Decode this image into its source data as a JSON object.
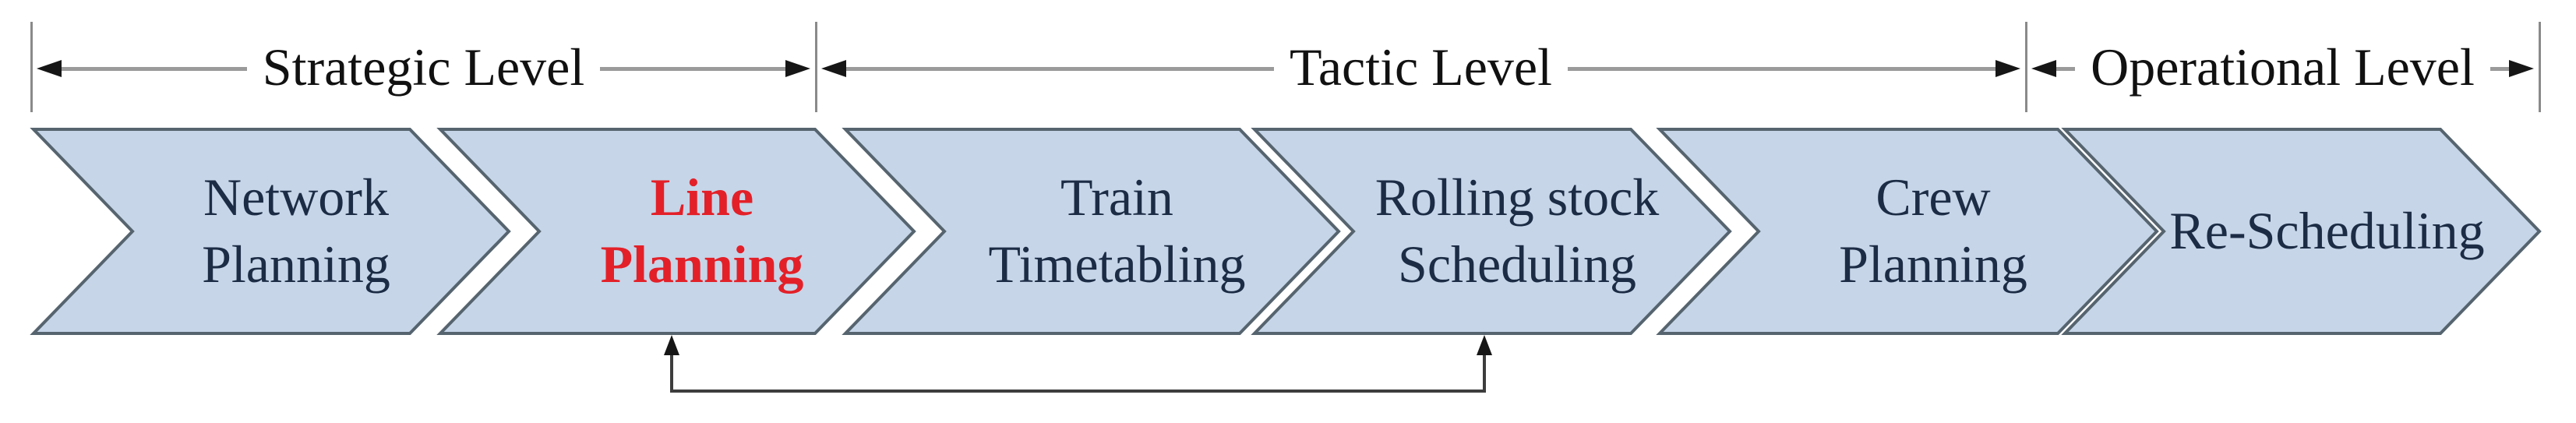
{
  "levels": [
    {
      "label": "Strategic Level"
    },
    {
      "label": "Tactic Level"
    },
    {
      "label": "Operational Level"
    }
  ],
  "stages": [
    {
      "label": "Network\nPlanning",
      "text_color": "#1c2c44",
      "bold": false
    },
    {
      "label": "Line\nPlanning",
      "text_color": "#e32028",
      "bold": true
    },
    {
      "label": "Train\nTimetabling",
      "text_color": "#1c2c44",
      "bold": false
    },
    {
      "label": "Rolling stock\nScheduling",
      "text_color": "#1c2c44",
      "bold": false
    },
    {
      "label": "Crew\nPlanning",
      "text_color": "#1c2c44",
      "bold": false
    },
    {
      "label": "Re-Scheduling",
      "text_color": "#1c2c44",
      "bold": false
    }
  ],
  "feedback_link": {
    "between": [
      "Line Planning",
      "Rolling stock Scheduling"
    ],
    "bidirectional": true
  },
  "colors": {
    "chevron_fill": "#c6d5e8",
    "chevron_stroke": "#56646f",
    "highlight_red": "#e32028",
    "stage_text_navy": "#1c2c44",
    "dimension_line_gray": "#9a9a9a",
    "arrow_black": "#161616",
    "connector_gray": "#3d3d3d"
  }
}
